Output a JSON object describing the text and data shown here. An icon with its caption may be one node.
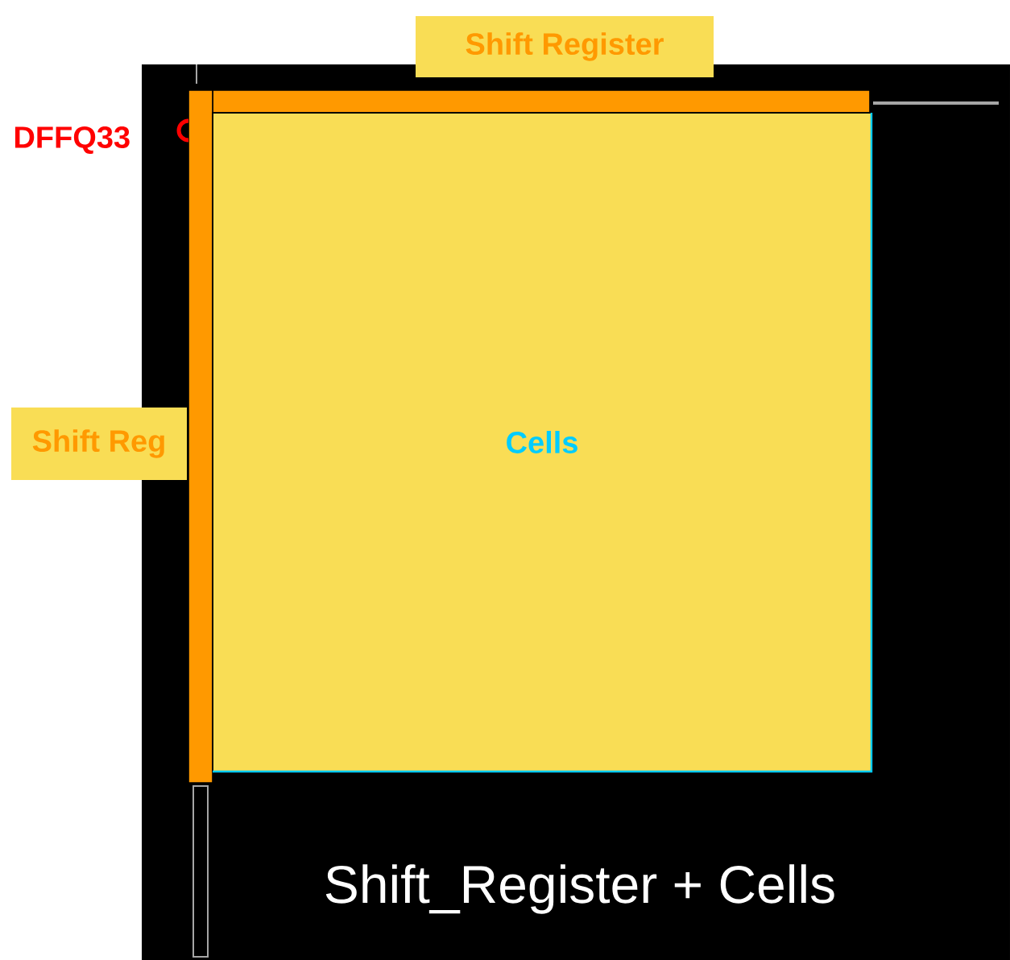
{
  "diagram": {
    "caption": "Shift_Register + Cells",
    "nodes": [
      {
        "text": [
          "Shift  Register"
        ]
      },
      {
        "text": [],
        "shape": "bar"
      },
      {
        "text": [
          "Shift  Reg"
        ]
      },
      {
        "text": [],
        "shape": "bar"
      },
      {
        "text": [
          "Cells"
        ]
      }
    ],
    "labels": [
      "DFFQ33"
    ]
  }
}
